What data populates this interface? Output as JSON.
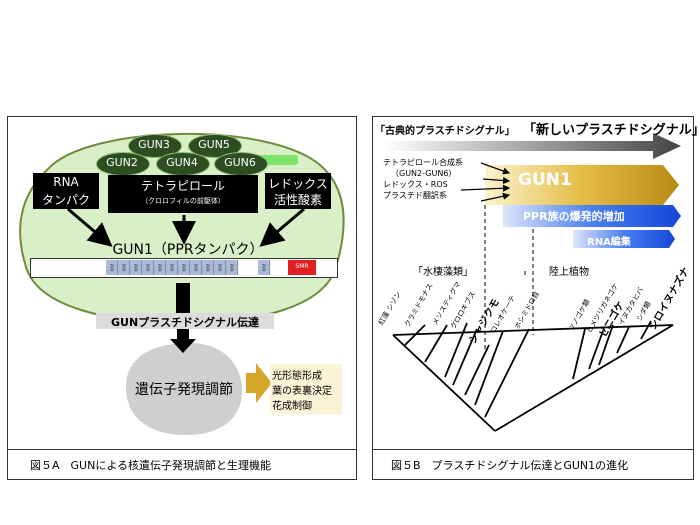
{
  "panel_a": {
    "caption": "図５A　GUNによる核遺伝子発現調節と生理機能",
    "gun_proteins": [
      "GUN3",
      "GUN5",
      "GUN2",
      "GUN4",
      "GUN6"
    ],
    "box_rna": [
      "RNA",
      "タンパク"
    ],
    "box_tetra_title": "テトラピロール",
    "box_tetra_sub": "（クロロフィルの前駆体）",
    "box_redox": [
      "レドックス",
      "活性酸素"
    ],
    "gun1_title": "GUN1（PPRタンパク）",
    "ppr_label": "PPR",
    "smr_label": "SMR",
    "signal_label": "GUNプラスチドシグナル伝達",
    "nucleus_label": "遺伝子発現調節",
    "functions": [
      "光形態形成",
      "葉の表裏決定",
      "花成制御"
    ]
  },
  "panel_b": {
    "caption": "図５B　プラスチドシグナル伝達とGUN1の進化",
    "header_classic": "「古典的プラスチドシグナル」",
    "header_new": "「新しいプラスチドシグナル」",
    "signals": [
      "テトラピロール合成系",
      "（GUN2-GUN6）",
      "レドックス・ROS",
      "プラスチド翻訳系"
    ],
    "gun1": "GUN1",
    "ppr_increase": "PPR族の爆発的増加",
    "rna_editing": "RNA編集",
    "aquatic": "「水棲藻類」",
    "land": "陸上植物",
    "taxa": [
      "紅藻 シゾン",
      "クラミドモナス",
      "メソスティグマ",
      "クロロキブス",
      "シャジクモ",
      "コレオケーテ",
      "ホシミドロ目",
      "ツノゴケ類",
      "ヒメツリガネゴケ",
      "ゼニゴケ",
      "イヌカタヒバ",
      "シダ類",
      "シロイヌナズナ"
    ]
  },
  "colors": {
    "chloroplast_fill": "#d8efc8",
    "chloroplast_border": "#6f8b3c",
    "gun_oval": "#2d4d22",
    "gun1_gold": "#d5a62a",
    "blue": "#1f5fe0",
    "smr_red": "#e02020",
    "ppr_blue": "#aab9d6"
  }
}
